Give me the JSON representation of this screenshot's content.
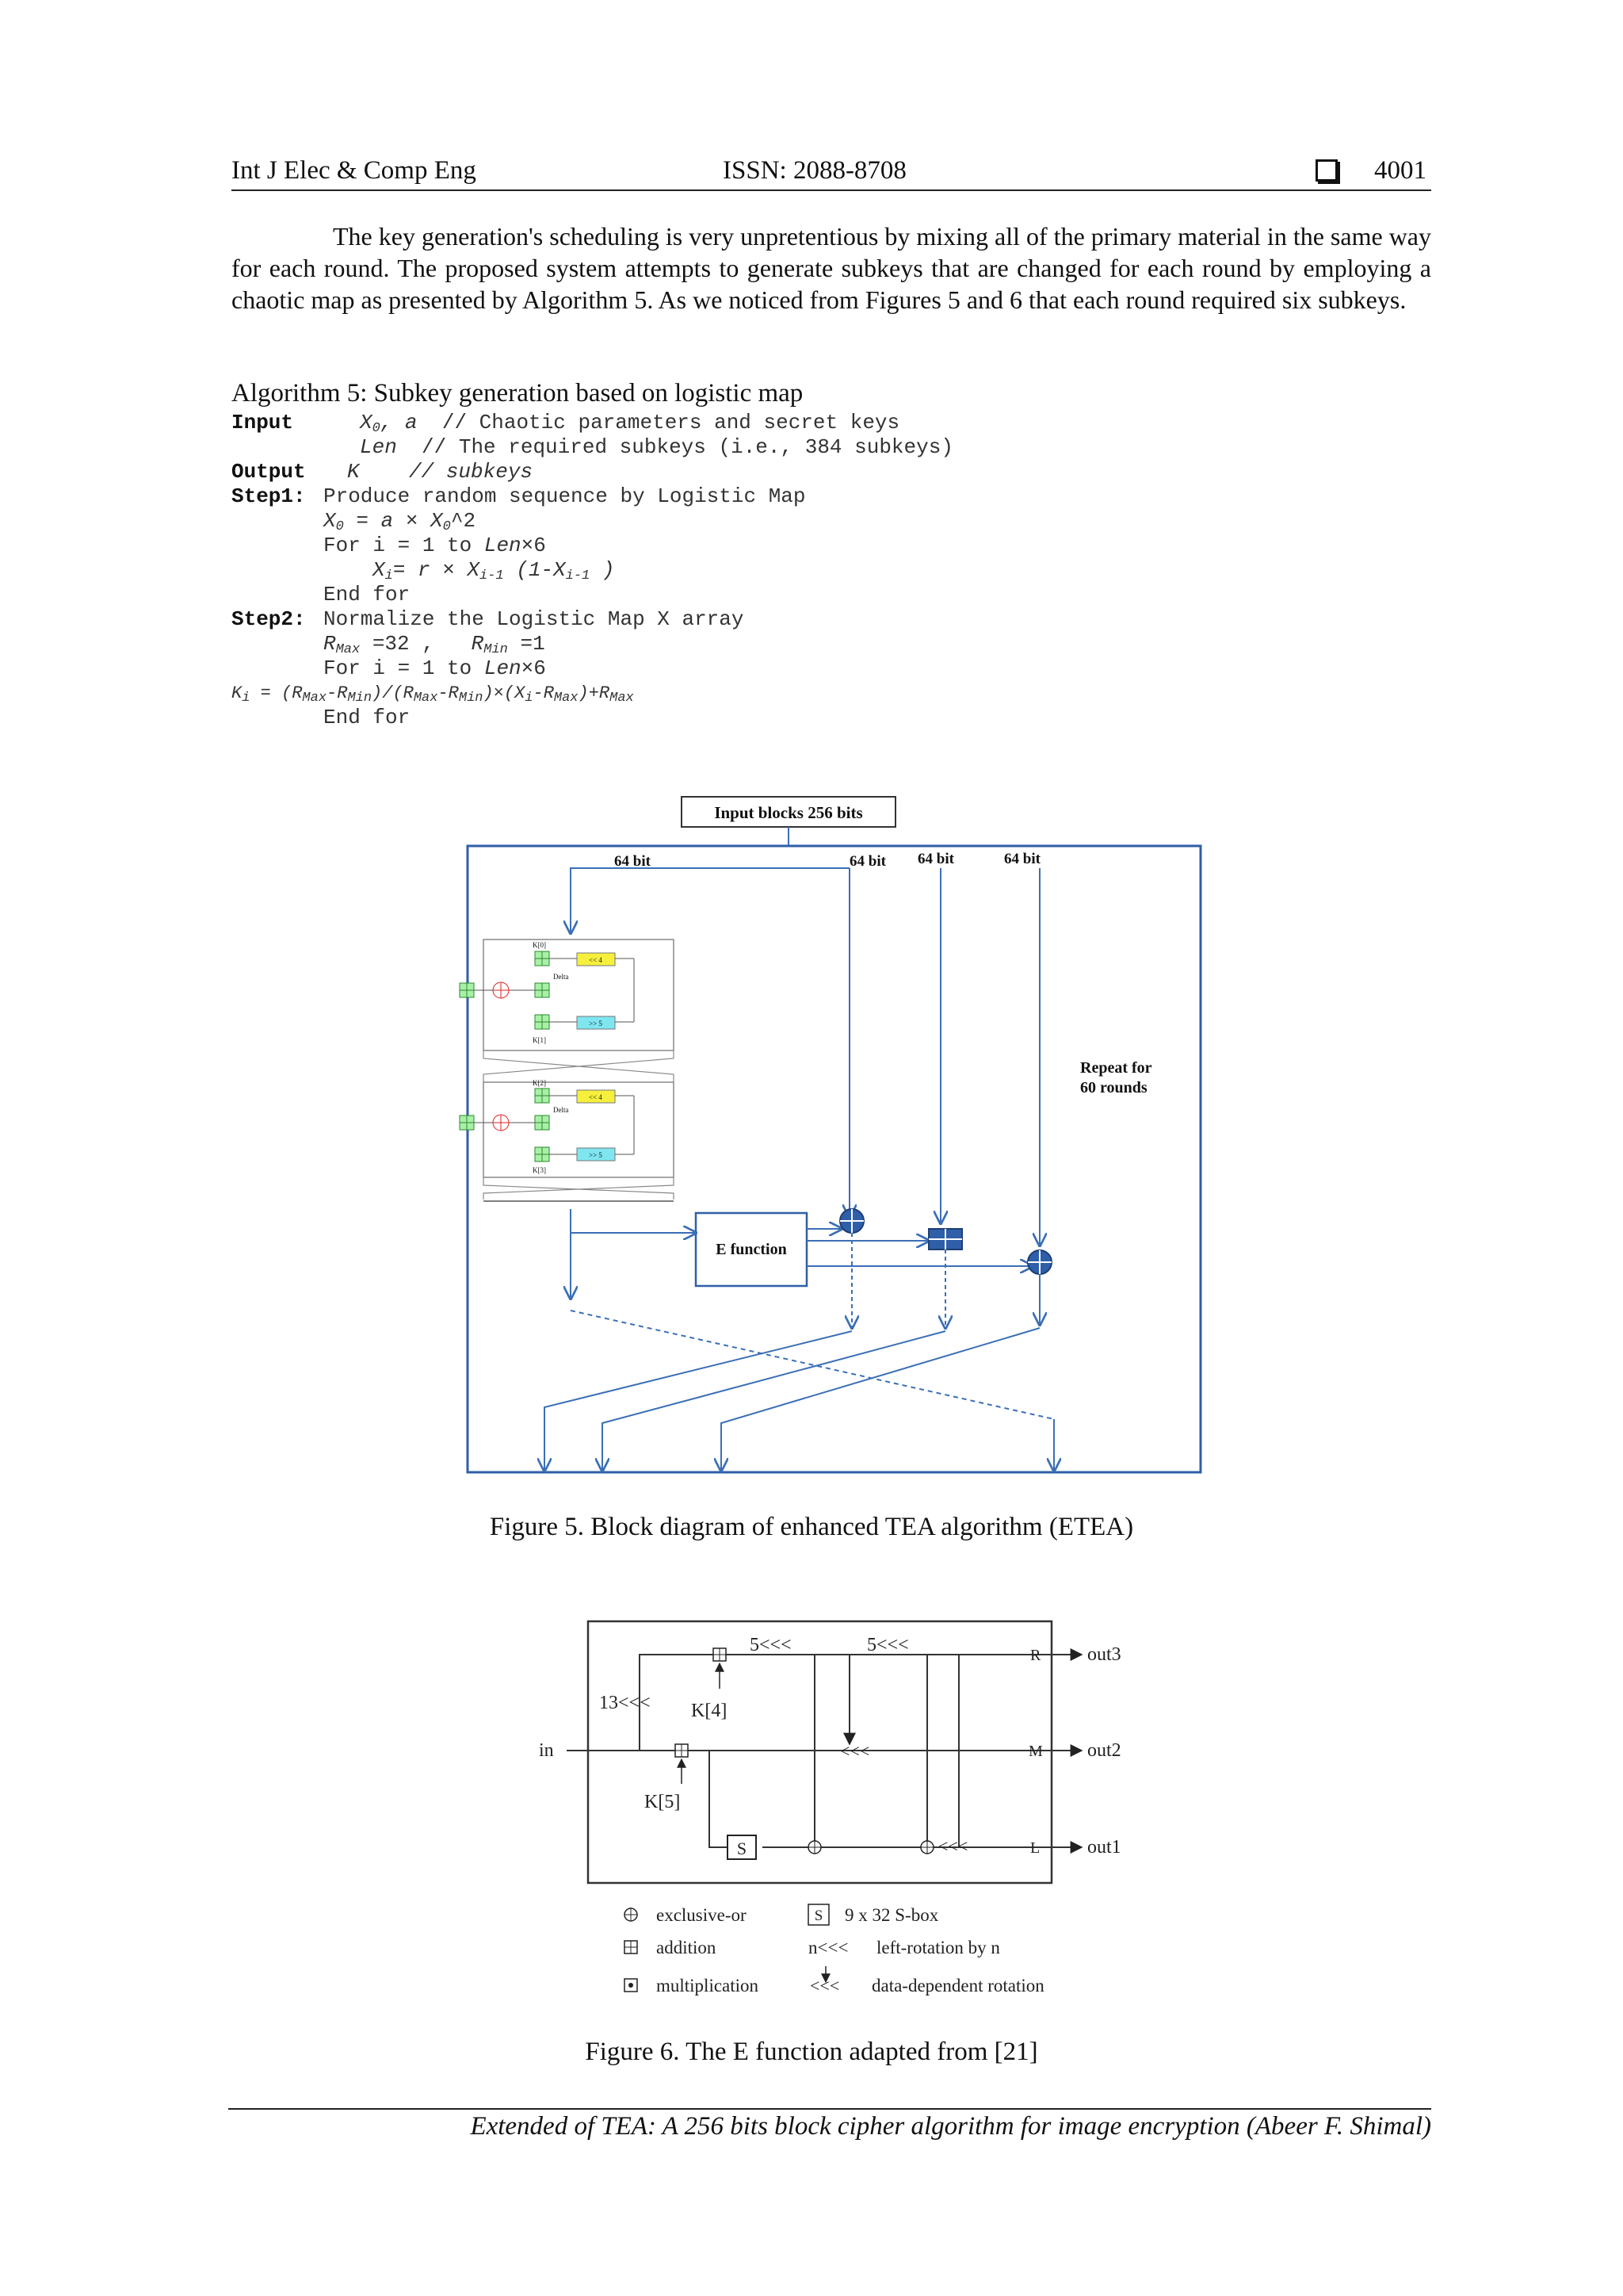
{
  "header": {
    "journal": "Int J Elec & Comp Eng",
    "issn": "ISSN: 2088-8708",
    "page_number": "4001"
  },
  "paragraph": "The key generation's scheduling is very unpretentious by mixing all of the primary material in the same way for each round. The proposed system attempts to generate subkeys that are changed for each round by employing a chaotic map as presented by Algorithm 5. As we noticed from Figures 5 and 6 that each round required six subkeys.",
  "algorithm": {
    "title": "Algorithm 5: Subkey generation based on logistic map",
    "input_kw": "Input",
    "input_1": "// Chaotic parameters and secret keys",
    "input_2": "// The required subkeys (i.e., 384 subkeys)",
    "output_kw": "Output",
    "output_1": "// subkeys",
    "step1_kw": "Step1:",
    "step1": "Produce random sequence by Logistic Map",
    "for_1": "For i = 1 to ",
    "end_for": "End for",
    "step2_kw": "Step2:",
    "step2": "Normalize the Logistic Map X array",
    "for_2": "For i = 1 to "
  },
  "figure5": {
    "input_label": "Input blocks 256 bits",
    "bit_label": "64 bit",
    "repeat_line1": "Repeat for",
    "repeat_line2": "60 rounds",
    "e_function": "E function",
    "k0": "K[0]",
    "k1": "K[1]",
    "k2": "K[2]",
    "k3": "K[3]",
    "shift_left": "<< 4",
    "shift_right": ">> 5",
    "delta": "Delta",
    "caption": "Figure 5. Block diagram of enhanced TEA algorithm (ETEA)"
  },
  "figure6": {
    "in": "in",
    "out1": "out1",
    "out2": "out2",
    "out3": "out3",
    "r": "R",
    "m": "M",
    "l": "L",
    "rot13": "13<<<",
    "rot5a": "5<<<",
    "rot5b": "5<<<",
    "k4": "K[4]",
    "k5": "K[5]",
    "sbox": "S",
    "dd_rot": "<<<",
    "legend_xor": "exclusive-or",
    "legend_add": "addition",
    "legend_mul": "multiplication",
    "legend_sbox": "9 x 32 S-box",
    "legend_rot": "left-rotation by n",
    "legend_rot_sym": "n<<<",
    "legend_dd": "data-dependent rotation",
    "caption": "Figure 6. The E function adapted from [21]"
  },
  "footer": "Extended of TEA: A 256 bits block cipher algorithm for image encryption (Abeer F. Shimal)"
}
